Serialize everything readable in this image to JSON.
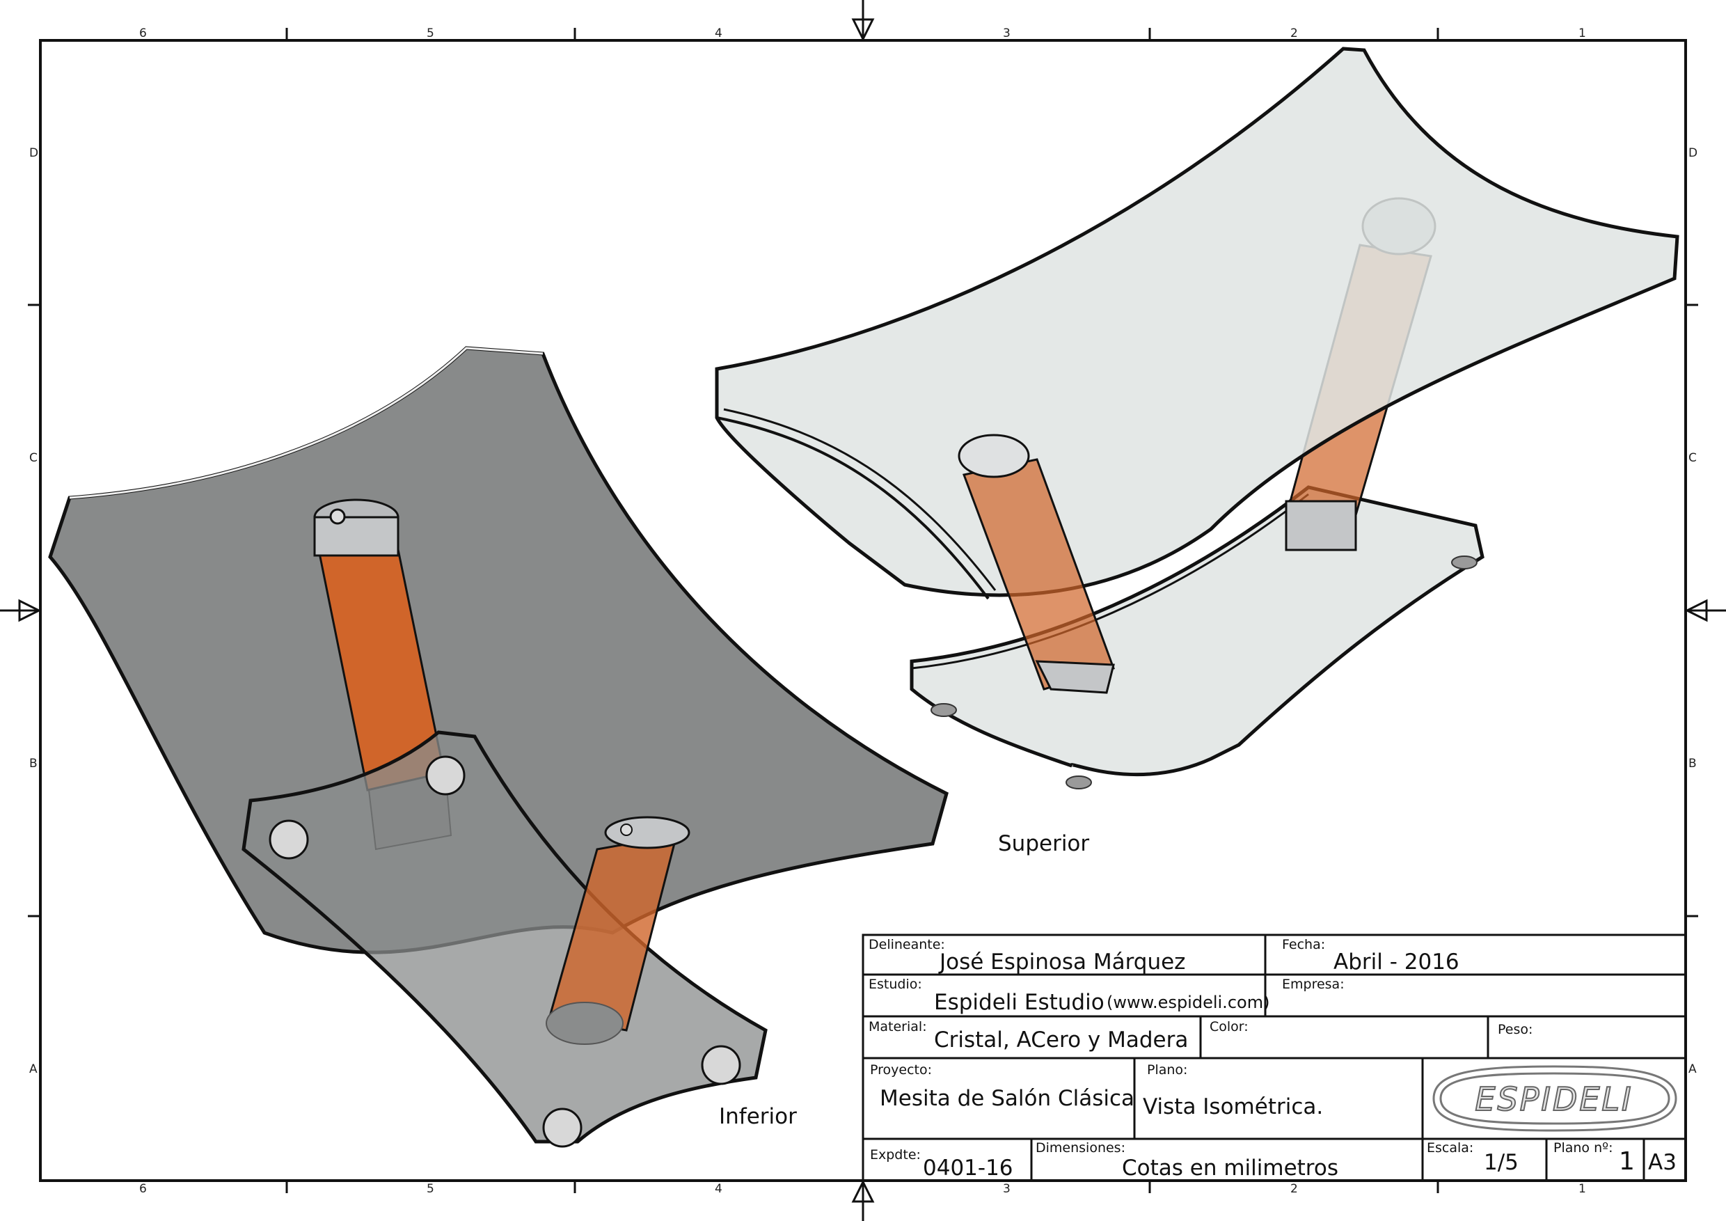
{
  "border_zones": {
    "columns": [
      "6",
      "5",
      "4",
      "3",
      "2",
      "1"
    ],
    "rows": [
      "D",
      "C",
      "B",
      "A"
    ]
  },
  "views": {
    "bottom_label": "Inferior",
    "top_label": "Superior"
  },
  "title_block": {
    "delineante_label": "Delineante:",
    "delineante_value": "José Espinosa Márquez",
    "fecha_label": "Fecha:",
    "fecha_value": "Abril - 2016",
    "estudio_label": "Estudio:",
    "estudio_value": "Espideli Estudio",
    "estudio_web": "(www.espideli.com)",
    "empresa_label": "Empresa:",
    "material_label": "Material:",
    "material_value": "Cristal, ACero y Madera",
    "color_label": "Color:",
    "peso_label": "Peso:",
    "proyecto_label": "Proyecto:",
    "proyecto_value": "Mesita de Salón Clásica",
    "plano_label": "Plano:",
    "plano_value": "Vista Isométrica.",
    "logo_text": "ESPIDELI",
    "expdte_label": "Expdte:",
    "expdte_value": "0401-16",
    "dimensiones_label": "Dimensiones:",
    "dimensiones_value": "Cotas en milimetros",
    "escala_label": "Escala:",
    "escala_value": "1/5",
    "plano_no_label": "Plano nº:",
    "plano_no_value": "1",
    "sheet_size": "A3"
  },
  "colors": {
    "glass_dark": "#7b7d7d",
    "glass_light": "#dfe4e3",
    "wood": "#d0652a",
    "steel": "#c4c6c8",
    "line": "#111111"
  }
}
